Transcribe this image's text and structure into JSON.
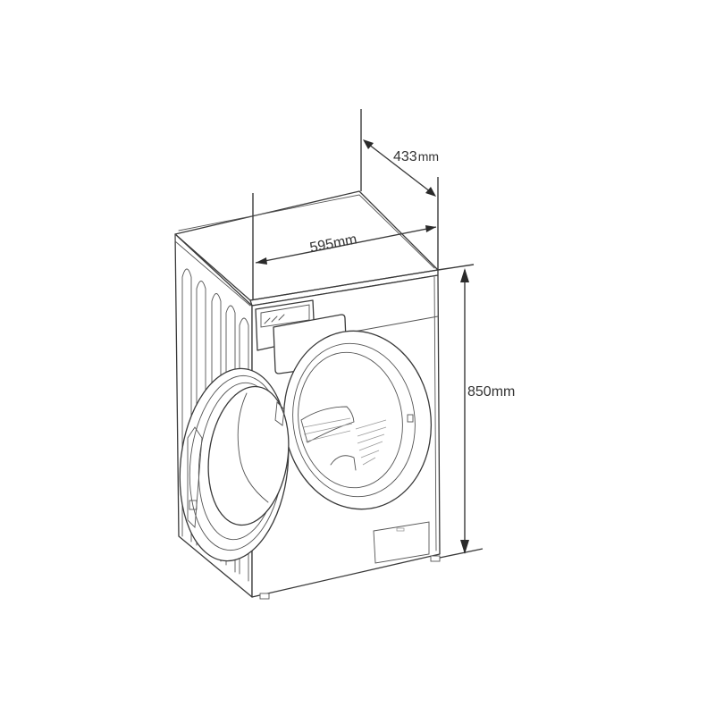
{
  "diagram": {
    "subject": "Front-loading washing machine with door open",
    "dimensions": {
      "depth": {
        "value": "433",
        "unit": "mm"
      },
      "width": {
        "label": "595mm"
      },
      "height": {
        "label": "850mm"
      }
    },
    "colors": {
      "line": "#3a3a3a",
      "background": "#ffffff",
      "text": "#333333"
    }
  }
}
